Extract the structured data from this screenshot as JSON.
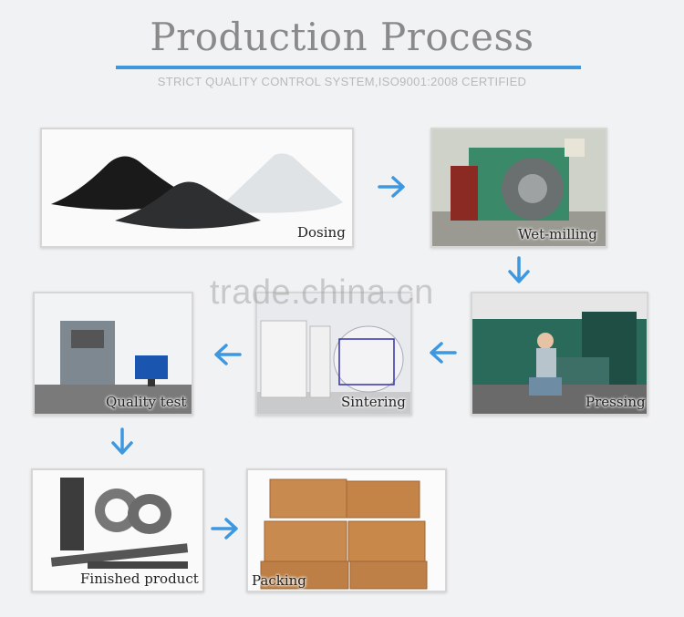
{
  "header": {
    "title": "Production Process",
    "subtitle": "STRICT QUALITY CONTROL SYSTEM,ISO9001:2008 CERTIFIED"
  },
  "steps": [
    {
      "label": "Dosing"
    },
    {
      "label": "Wet-milling"
    },
    {
      "label": "Pressing"
    },
    {
      "label": "Sintering"
    },
    {
      "label": "Quality test"
    },
    {
      "label": "Finished product"
    },
    {
      "label": "Packing"
    }
  ],
  "watermark": "trade.china.cn",
  "colors": {
    "accent": "#3e98e0",
    "title": "#8a8a8a"
  }
}
